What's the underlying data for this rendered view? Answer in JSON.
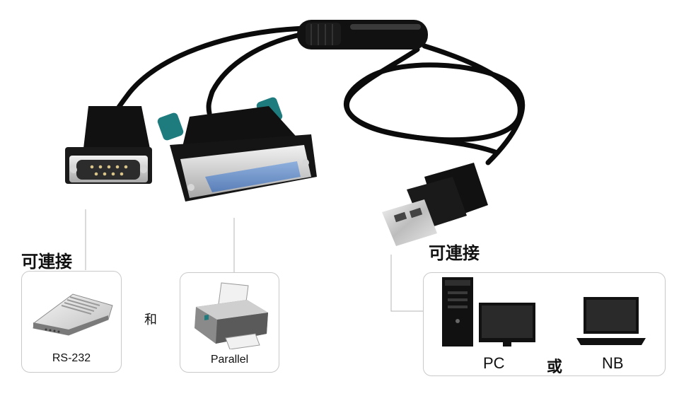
{
  "labels": {
    "connect_left": "可連接",
    "connect_right": "可連接",
    "and": "和",
    "or": "或"
  },
  "devices": {
    "rs232": {
      "label": "RS-232",
      "icon": "modem-icon"
    },
    "parallel": {
      "label": "Parallel",
      "icon": "printer-icon"
    },
    "pc": {
      "label": "PC",
      "icon": "desktop-pc-icon"
    },
    "nb": {
      "label": "NB",
      "icon": "laptop-icon"
    }
  },
  "colors": {
    "cable": "#0b0b0b",
    "parallel_port": "#6f94c9",
    "screw_green": "#1f7c7e",
    "card_border": "#c9c9c9",
    "leader_line": "#b5b5b5"
  }
}
